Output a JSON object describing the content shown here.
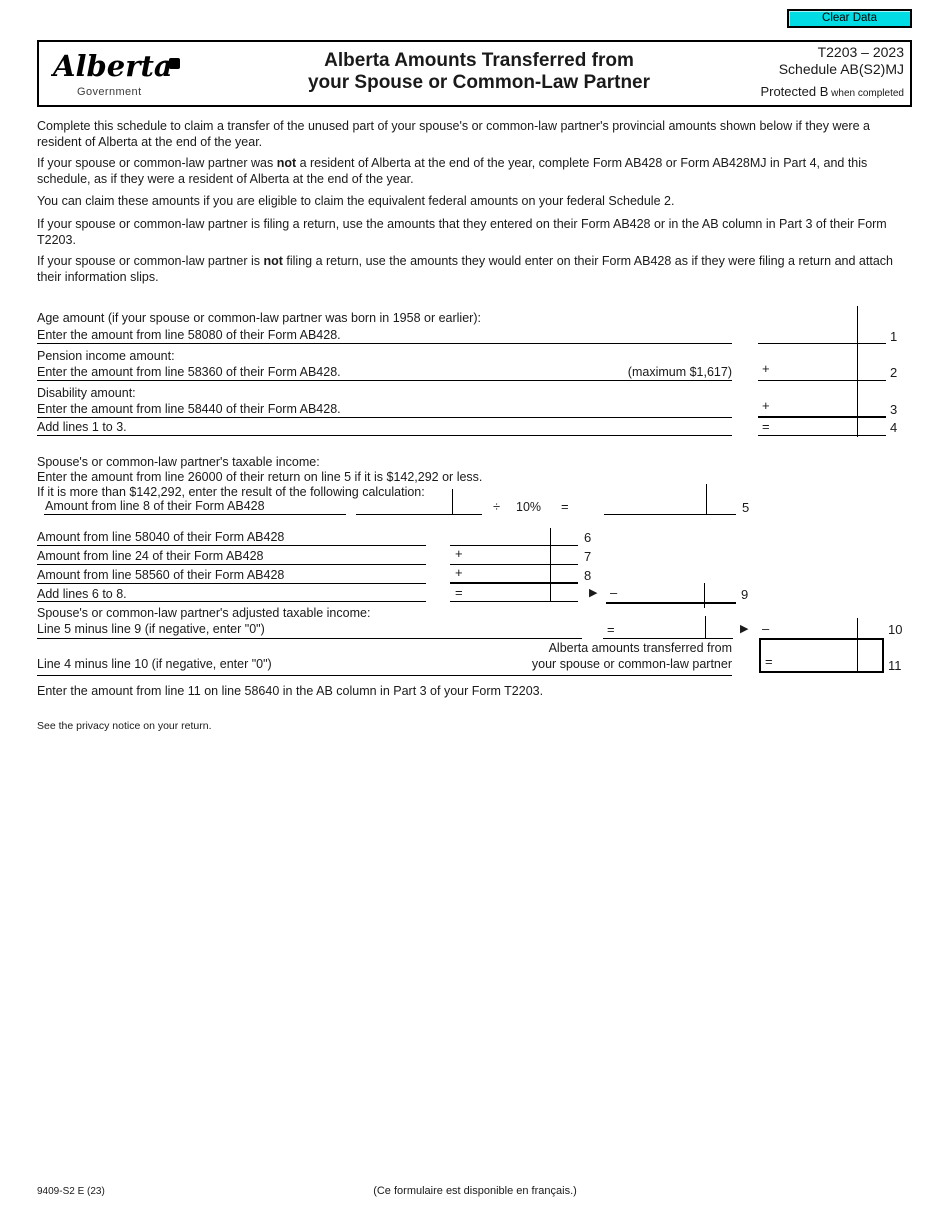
{
  "colors": {
    "button_fill": "#00dbe4",
    "ink": "#000000"
  },
  "toolbar": {
    "clear_button": "Clear Data"
  },
  "header": {
    "logo_script": "Alberta",
    "logo_subtext": "Government",
    "title_line1": "Alberta Amounts Transferred from",
    "title_line2": "your Spouse or Common-Law Partner",
    "form_code": "T2203 – 2023",
    "schedule": "Schedule AB(S2)MJ",
    "protected": "Protected B",
    "protected_suffix": " when completed"
  },
  "symbols": {
    "plus": "+",
    "equals": "=",
    "divide": "÷",
    "minus": "–",
    "arrow": "▶"
  },
  "intro": {
    "p1": "Complete this schedule to claim a transfer of the unused part of your spouse's or common-law partner's provincial amounts shown below if they were a resident of Alberta at the end of the year.",
    "p2_before": "If your spouse or common-law partner was ",
    "p2_bold": "not",
    "p2_after": " a resident of Alberta at the end of the year, complete Form AB428 or Form AB428MJ in Part 4, and this schedule, as if they were a resident of Alberta at the end of the year.",
    "p3": "You can claim these amounts if you are eligible to claim the equivalent federal amounts on your federal Schedule 2.",
    "p4": "If your spouse or common-law partner is filing a return, use the amounts that they entered on their Form AB428 or in the AB column in Part 3 of their Form T2203.",
    "p5_before": "If your spouse or common-law partner is ",
    "p5_bold": "not",
    "p5_after": " filing a return, use the amounts they would enter on their Form AB428 as if they were filing a return and attach their information slips."
  },
  "lines": {
    "line1": {
      "title": "Age amount (if your spouse or common-law partner was born in 1958 or earlier):",
      "desc": "Enter the amount from line 58080 of their Form AB428.",
      "num": "1"
    },
    "line2": {
      "title": "Pension income amount:",
      "desc": "Enter the amount from line 58360 of their Form AB428.",
      "max": "(maximum $1,617)",
      "num": "2"
    },
    "line3": {
      "title": "Disability amount:",
      "desc": "Enter the amount from line 58440 of their Form AB428.",
      "num": "3"
    },
    "line4": {
      "title": "Add lines 1 to 3.",
      "num": "4"
    },
    "line5": {
      "title": "Spouse's or common-law partner's taxable income:",
      "desc1": "Enter the amount from line 26000 of their return on line 5 if it is $142,292 or less.",
      "desc2": "If it is more than $142,292, enter the result of the following calculation:",
      "label": "Amount from line 8 of their Form AB428",
      "rate": "10%",
      "num": "5"
    },
    "line6": {
      "label": "Amount from line 58040 of their Form AB428",
      "num": "6"
    },
    "line7": {
      "label": "Amount from line 24 of their Form AB428",
      "num": "7"
    },
    "line8": {
      "label": "Amount from line 58560 of their Form AB428",
      "num": "8"
    },
    "line9": {
      "label": "Add lines 6 to 8.",
      "num": "9"
    },
    "line10": {
      "title": "Spouse's or common-law partner's adjusted taxable income:",
      "desc": "Line 5 minus line 9 (if negative, enter \"0\")",
      "num": "10"
    },
    "line11": {
      "desc": "Line 4 minus line 10 (if negative, enter \"0\")",
      "result_label1": "Alberta amounts transferred from",
      "result_label2": "your spouse or common-law partner",
      "num": "11"
    }
  },
  "closing": {
    "enter_line11": "Enter the amount from line 11 on line 58640 in the AB column in Part 3 of your Form T2203.",
    "privacy": "See the privacy notice on your return."
  },
  "footer": {
    "form_number": "9409-S2 E (23)",
    "french": "(Ce formulaire est disponible en français.)"
  }
}
